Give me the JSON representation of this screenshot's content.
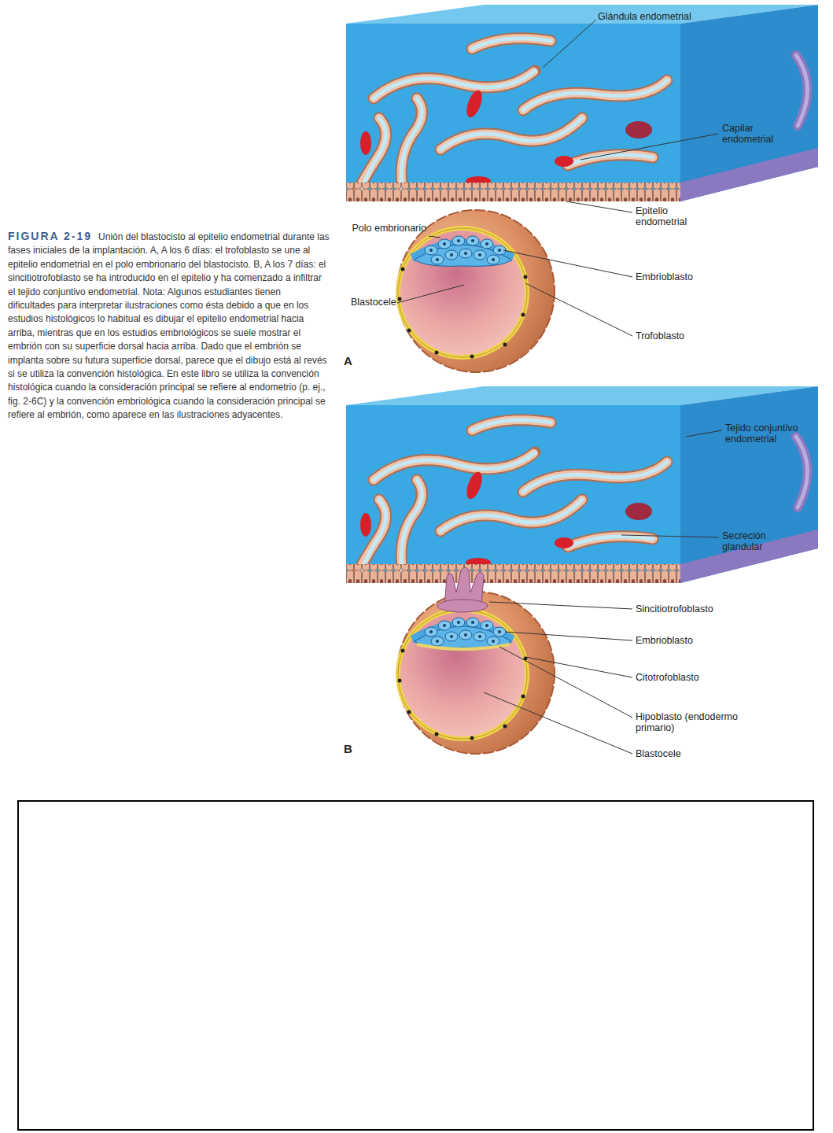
{
  "diagram": {
    "title": "FIGURA 2-19",
    "caption": "Unión del blastocisto al epitelio endometrial durante las fases iniciales de la implantación. A, A los 6 días: el trofoblasto se une al epitelio endometrial en el polo embrionario del blastocisto. B, A los 7 días: el sincitiotrofoblasto se ha introducido en el epitelio y ha comenzado a infiltrar el tejido conjuntivo endometrial. Nota: Algunos estudiantes tienen dificultades para interpretar ilustraciones como ésta debido a que en los estudios histológicos lo habitual es dibujar el epitelio endometrial hacia arriba, mientras que en los estudios embriológicos se suele mostrar el embrión con su superficie dorsal hacia arriba. Dado que el embrión se implanta sobre su futura superficie dorsal, parece que el dibujo está al revés si se utiliza la convención histológica. En este libro se utiliza la convención histológica cuando la consideración principal se refiere al endometrio (p. ej., fig. 2-6C) y la convención embriológica cuando la consideración principal se refiere al embrión, como aparece en las ilustraciones adyacentes.",
    "labels": [
      "Glándula endometrial",
      "Capilar endometrial",
      "Epitelio endometrial",
      "Polo embrionario",
      "Embrioblasto",
      "Blastocele",
      "Trofoblasto",
      "A",
      "Tejido conjuntivo endometrial",
      "Secreción glandular",
      "Sincitiotrofoblasto",
      "Embrioblasto",
      "Citotrofoblasto",
      "Hipoblasto (endodermo primario)",
      "Blastocele",
      "B"
    ]
  }
}
